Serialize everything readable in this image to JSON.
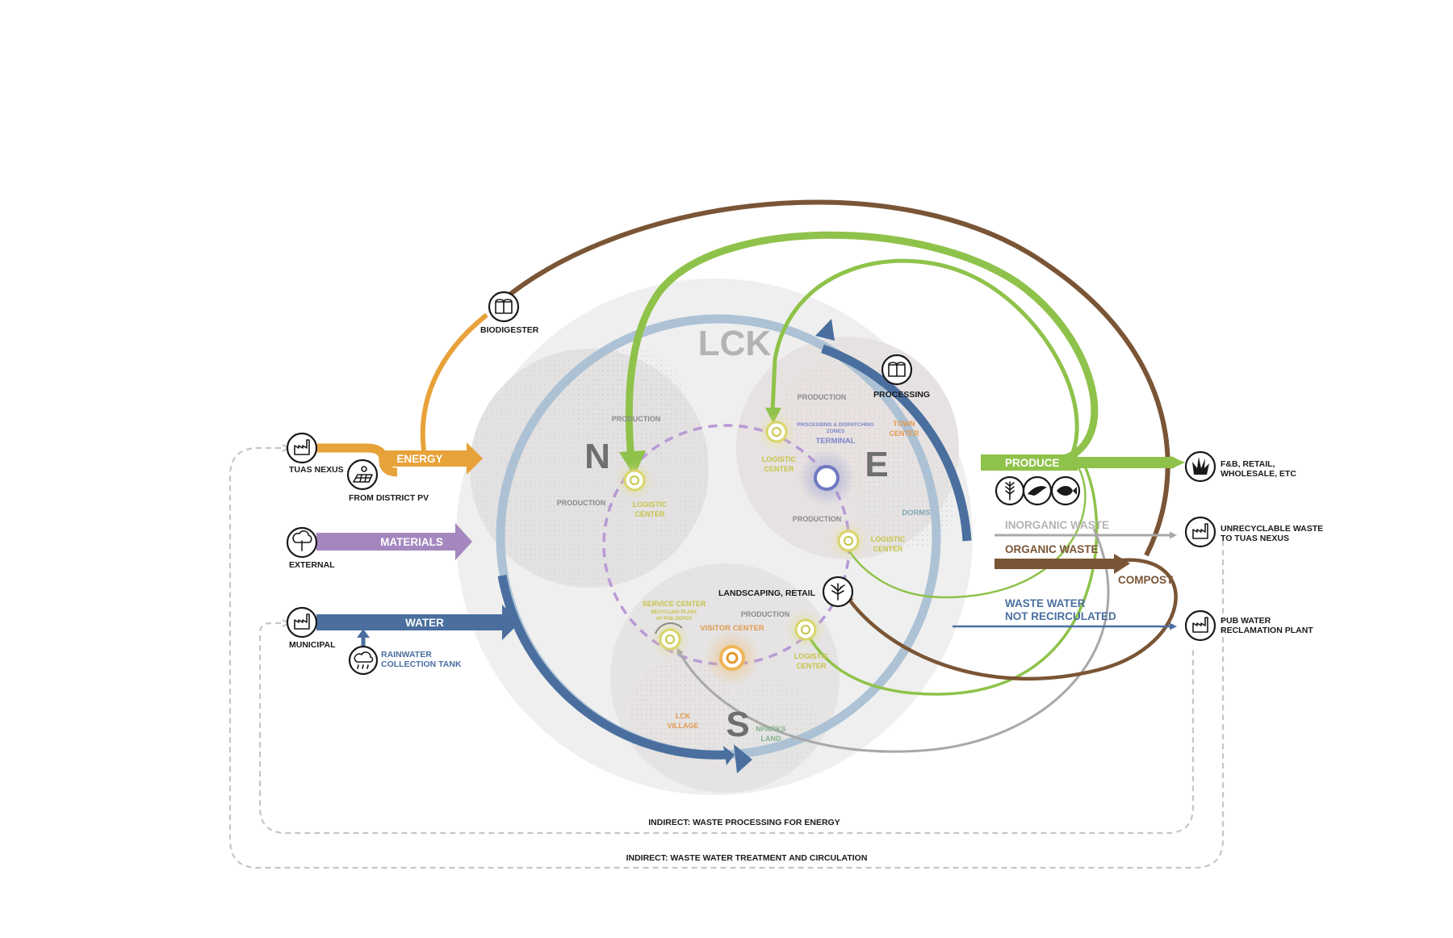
{
  "title": "LCK",
  "zones": {
    "north": "N",
    "east": "E",
    "south": "S"
  },
  "flows": {
    "energy": "ENERGY",
    "materials": "MATERIALS",
    "water": "WATER",
    "produce": "PRODUCE",
    "inorganic_waste": "INORGANIC WASTE",
    "organic_waste": "ORGANIC WASTE",
    "compost": "COMPOST",
    "waste_water_1": "WASTE WATER",
    "waste_water_2": "NOT RECIRCULATED"
  },
  "sources": {
    "tuas_nexus": "TUAS NEXUS",
    "district_pv": "FROM DISTRICT PV",
    "external": "EXTERNAL",
    "municipal": "MUNICIPAL",
    "rainwater_1": "RAINWATER",
    "rainwater_2": "COLLECTION TANK",
    "biodigester": "BIODIGESTER",
    "processing": "PROCESSING",
    "landscaping": "LANDSCAPING, RETAIL"
  },
  "destinations": {
    "fnb_1": "F&B, RETAIL,",
    "fnb_2": "WHOLESALE, ETC",
    "unrecyclable_1": "UNRECYCLABLE WASTE",
    "unrecyclable_2": "TO TUAS NEXUS",
    "pub_1": "PUB WATER",
    "pub_2": "RECLAMATION PLANT"
  },
  "places": {
    "production_n1": "PRODUCTION",
    "production_n2": "PRODUCTION",
    "logistic_n_1": "LOGISTIC",
    "logistic_n_2": "CENTER",
    "production_e1": "PRODUCTION",
    "production_e2": "PRODUCTION",
    "proc_dispatch_1": "PROCESSING & DISPATCHING",
    "proc_dispatch_2": "ZONES",
    "terminal": "TERMINAL",
    "town_center_1": "TOWN",
    "town_center_2": "CENTER",
    "logistic_e1_1": "LOGISTIC",
    "logistic_e1_2": "CENTER",
    "logistic_e2_1": "LOGISTIC",
    "logistic_e2_2": "CENTER",
    "dorms": "DORMS",
    "service_center": "SERVICE CENTER",
    "recycling_1": "RECYCLING PLANT",
    "recycling_2": "AV POD DEPOT",
    "production_s": "PRODUCTION",
    "visitor_center": "VISITOR CENTER",
    "logistic_s_1": "LOGISTIC",
    "logistic_s_2": "CENTER",
    "lck_village_1": "LCK",
    "lck_village_2": "VILLAGE",
    "nparks_1": "NPARKS",
    "nparks_2": "LAND"
  },
  "indirect": {
    "energy": "INDIRECT: WASTE PROCESSING FOR ENERGY",
    "water": "INDIRECT: WASTE WATER TREATMENT AND CIRCULATION"
  },
  "colors": {
    "energy": "#e8a23a",
    "materials": "#a487bf",
    "water": "#4a6f9f",
    "produce": "#8fc24a",
    "organic": "#7a5535",
    "inorganic": "#a8a8a8",
    "loop": "#9fb7ce",
    "dashed": "#b89ad6",
    "logistic": "#c6c446",
    "town": "#e09a4f",
    "dorms": "#7fa7b6",
    "terminal": "#7b86c8"
  },
  "icons": {
    "tuas_nexus": "factory-icon",
    "district_pv": "solar-panel-icon",
    "external": "tree-icon",
    "municipal": "factory-icon",
    "rainwater": "rain-cloud-icon",
    "biodigester": "tank-icon",
    "processing": "tank-icon",
    "landscaping": "tree-icon",
    "produce": "wheat-bird-fish-icons",
    "fnb": "plant-icon",
    "unrecyclable": "factory-icon",
    "pub": "factory-icon"
  }
}
